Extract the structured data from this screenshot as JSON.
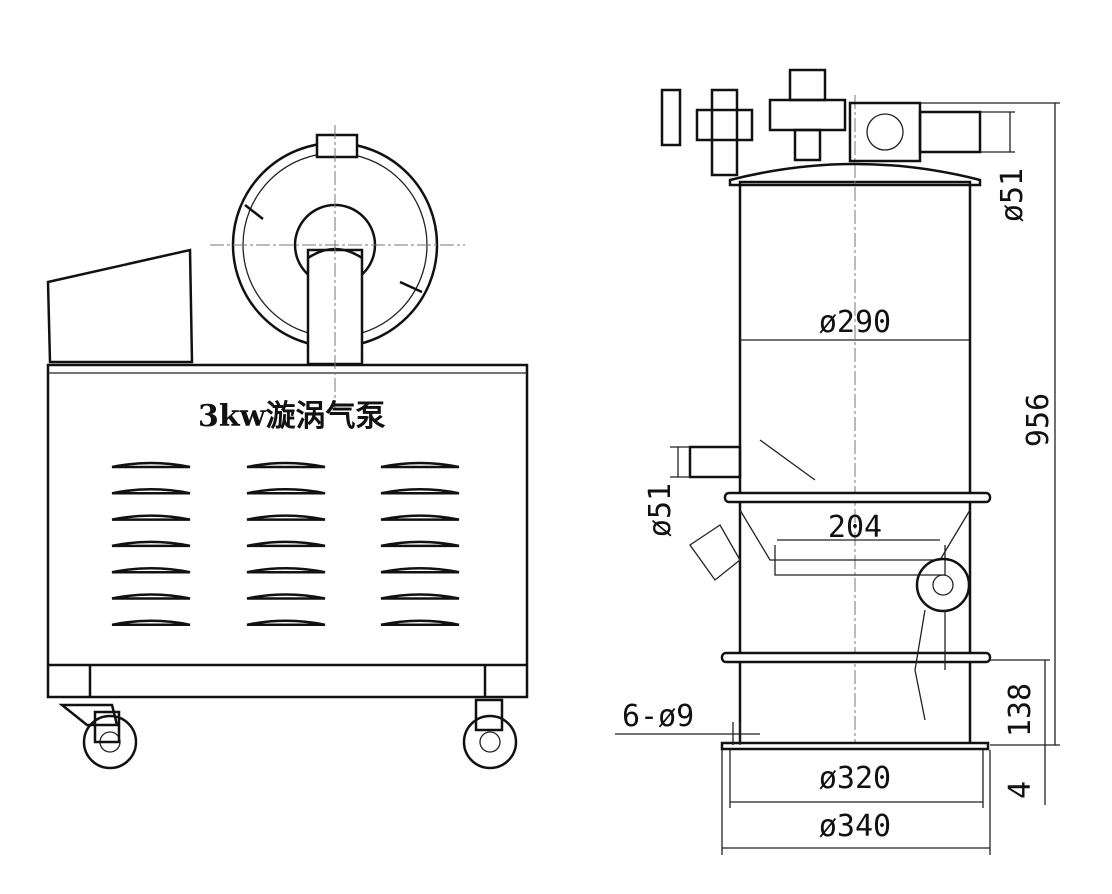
{
  "left_view": {
    "label": "3kw漩涡气泵"
  },
  "right_view": {
    "dimensions": {
      "body_diameter": "ø290",
      "height": "956",
      "outlet_diameter": "ø51",
      "inlet_diameter": "ø51",
      "hopper_width": "204",
      "bolt_holes": "6-ø9",
      "bottom_height": "138",
      "base_thickness": "4",
      "inner_base_diameter": "ø320",
      "outer_base_diameter": "ø340"
    }
  }
}
